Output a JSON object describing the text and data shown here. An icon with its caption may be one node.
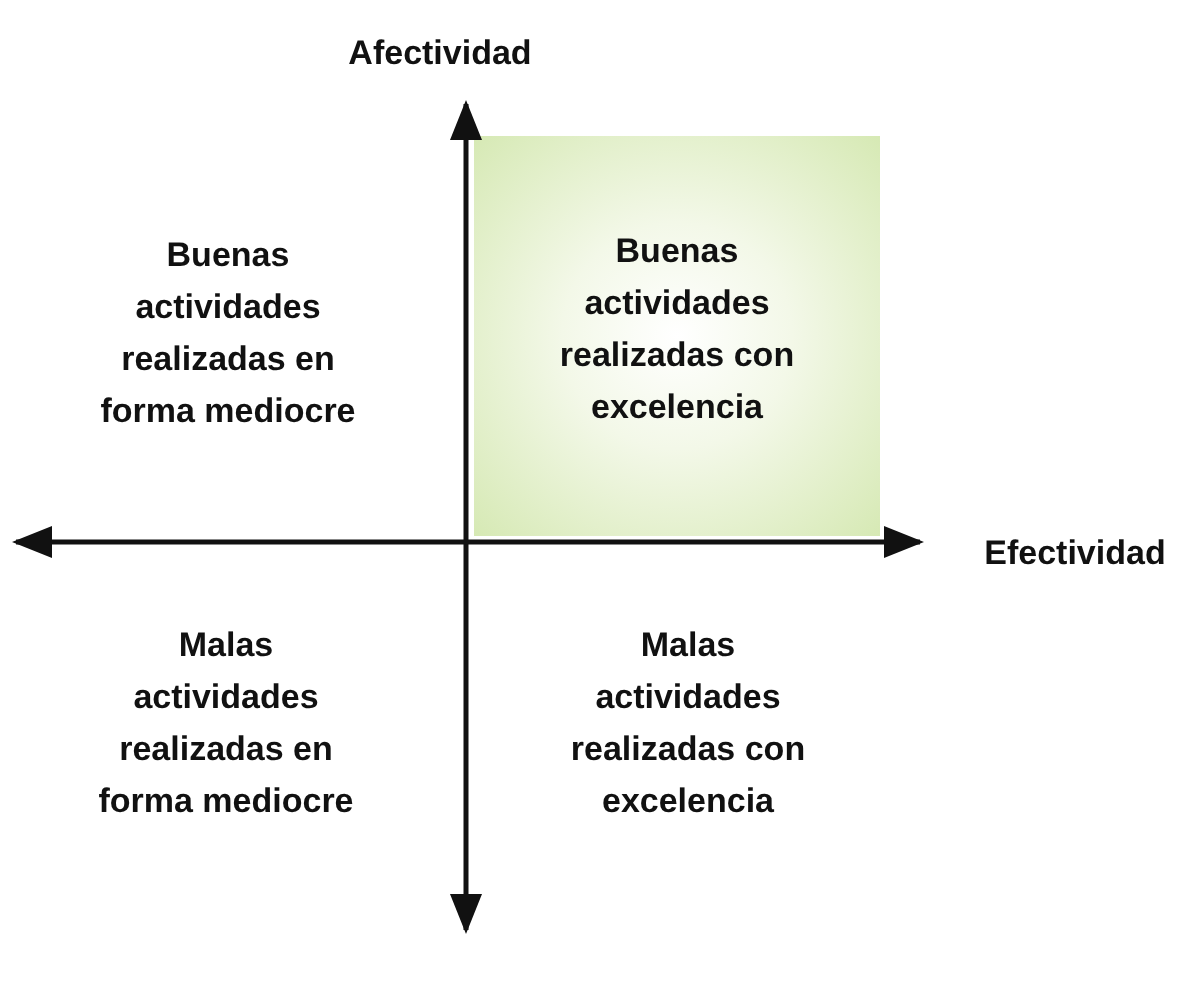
{
  "diagram": {
    "nodes": [
      {
        "text": [
          "Buenas actividades realizadas con excelencia"
        ]
      }
    ],
    "labels": [
      "Afectividad",
      "Buenas actividades realizadas en forma mediocre",
      "Efectividad",
      "Malas actividades realizadas en forma mediocre",
      "Malas actividades realizadas con excelencia"
    ]
  }
}
